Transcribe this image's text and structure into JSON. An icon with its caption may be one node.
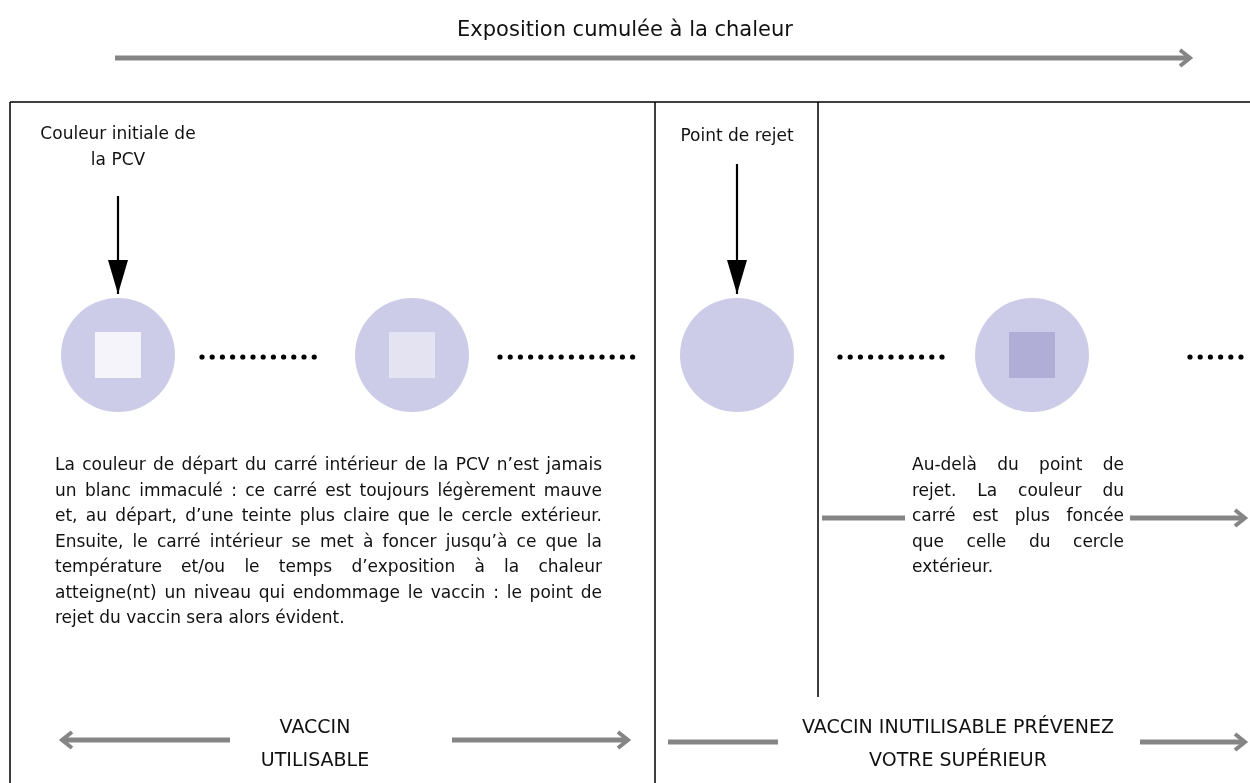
{
  "diagram": {
    "title": "Exposition cumulée à la chaleur",
    "nodes": [
      {
        "text": [
          "Couleur initiale de la PCV"
        ]
      },
      {
        "text": [],
        "shape": "circle"
      },
      {
        "text": [],
        "shape": "circle"
      },
      {
        "text": [
          "Point de rejet"
        ]
      },
      {
        "text": [],
        "shape": "circle"
      },
      {
        "text": [],
        "shape": "circle"
      }
    ],
    "edges": [
      {
        "from": 0,
        "to": 1,
        "arrow": "to"
      },
      {
        "from": 3,
        "to": 4,
        "arrow": "to"
      }
    ],
    "labels": [
      "La couleur de départ du carré intérieur de la PCV n’est jamais un blanc immaculé : ce carré est toujours légèrement mauve et, au départ, d’une teinte plus claire que le cercle extérieur. Ensuite, le carré intérieur se met à foncer jusqu’à ce que la température et/ou le temps d’exposition à la chaleur atteigne(nt) un niveau qui endommage le vaccin : le point de rejet du vaccin sera alors évident.",
      "Au-delà du point de rejet. La couleur du carré est plus foncée que celle du cercle extérieur.",
      "VACCIN UTILISABLE",
      "VACCIN INUTILISABLE PRÉVENEZ VOTRE SUPÉRIEUR"
    ]
  }
}
